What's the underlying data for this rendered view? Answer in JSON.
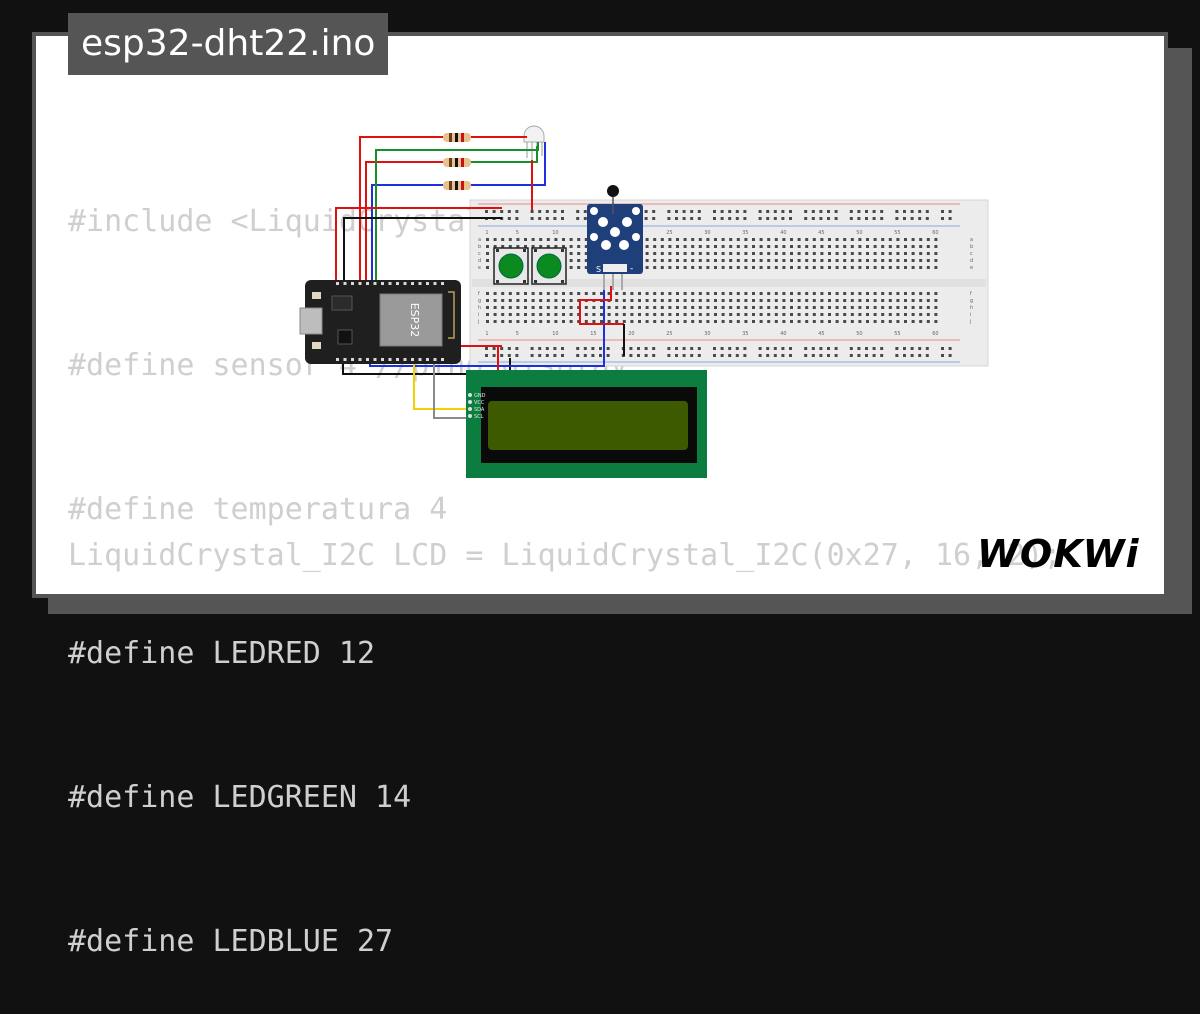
{
  "project": {
    "filename": "esp32-dht22.ino"
  },
  "code_lines": [
    "#include <LiquidCrystal_I2C.h>",
    "#define sensor 4 //pino display",
    "#define temperatura 4",
    "#define LEDRED 12",
    "#define LEDGREEN 14",
    "#define LEDBLUE 27"
  ],
  "code_bottom": "LiquidCrystal_I2C LCD = LiquidCrystal_I2C(0x27, 16, 2);",
  "board": {
    "label": "ESP32"
  },
  "sensor_module": {
    "label_s": "S",
    "label_minus": "-"
  },
  "lcd": {
    "pins": [
      "GND",
      "VCC",
      "SDA",
      "SCL"
    ],
    "text": ""
  },
  "breadboard": {
    "column_labels": [
      "1",
      "5",
      "10",
      "15",
      "20",
      "25",
      "30",
      "35",
      "40",
      "45",
      "50",
      "55",
      "60"
    ],
    "row_labels_top": [
      "a",
      "b",
      "c",
      "d",
      "e"
    ],
    "row_labels_bottom": [
      "f",
      "g",
      "h",
      "i",
      "j"
    ]
  },
  "brand": {
    "logo_text": "WOKWi"
  },
  "colors": {
    "background": "#111111",
    "card": "#ffffff",
    "frame": "#555555",
    "code_text": "#cfcfcf",
    "esp32_board": "#1f1f1f",
    "sensor_board": "#1e3f7a",
    "lcd_board": "#0b7d3e",
    "lcd_screen": "#3d5a00",
    "wire_red": "#e01010",
    "wire_black": "#111111",
    "wire_green": "#15902a",
    "wire_blue": "#1e2fe0",
    "wire_yellow": "#f3d000",
    "wire_gray": "#8a8a8a"
  }
}
